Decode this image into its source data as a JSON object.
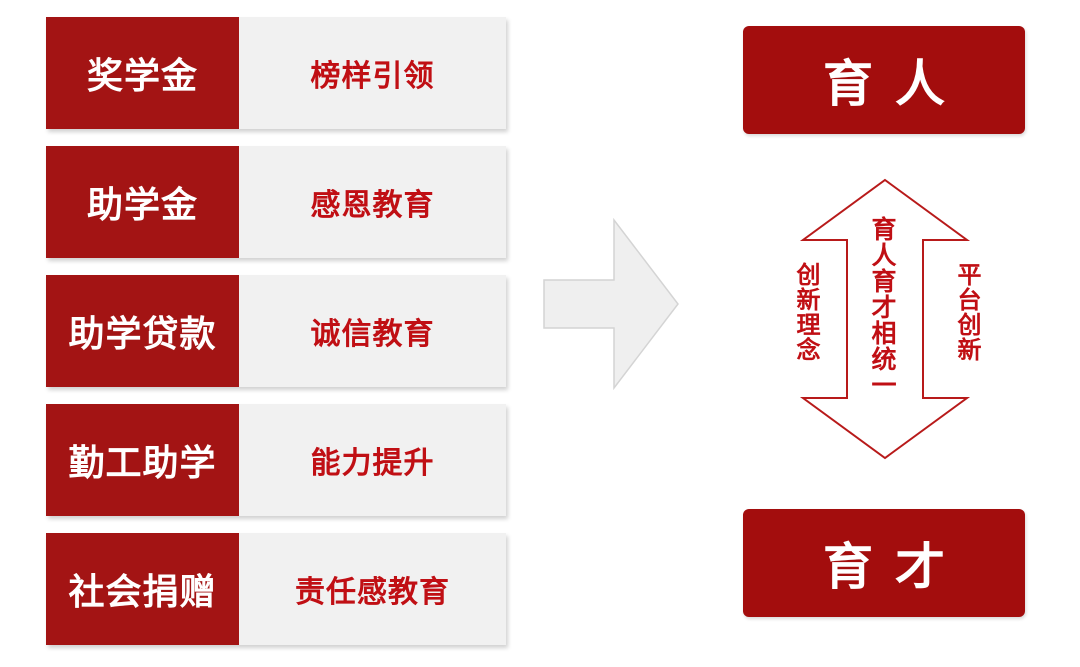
{
  "programs": [
    {
      "name": "奖学金",
      "effect": "榜样引领"
    },
    {
      "name": "助学金",
      "effect": "感恩教育"
    },
    {
      "name": "助学贷款",
      "effect": "诚信教育"
    },
    {
      "name": "勤工助学",
      "effect": "能力提升"
    },
    {
      "name": "社会捐赠",
      "effect": "责任感教育"
    }
  ],
  "goals": {
    "top": "育人",
    "bottom": "育才"
  },
  "arrow": {
    "center": "育人育才相统一",
    "left": "创新理念",
    "right": "平台创新"
  },
  "colors": {
    "dark_red": "#a31414",
    "text_red": "#c00f14",
    "light_gray": "#f1f1f1"
  }
}
